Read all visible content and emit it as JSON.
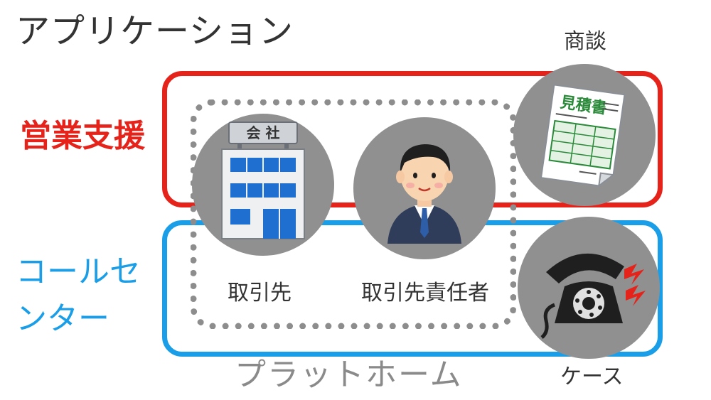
{
  "titles": {
    "application": "アプリケーション",
    "platform": "プラットホーム"
  },
  "groups": {
    "sales": "営業支援",
    "call_center": "コールセンター"
  },
  "objects": {
    "account": "取引先",
    "contact": "取引先責任者",
    "deal": "商談",
    "case": "ケース"
  },
  "icon_text": {
    "company_sign": "会 社",
    "estimate": "見積書"
  },
  "colors": {
    "sales": "#e5231a",
    "call_center": "#1a9ee8",
    "platform": "#8d8d8d",
    "circle": "#909090"
  }
}
